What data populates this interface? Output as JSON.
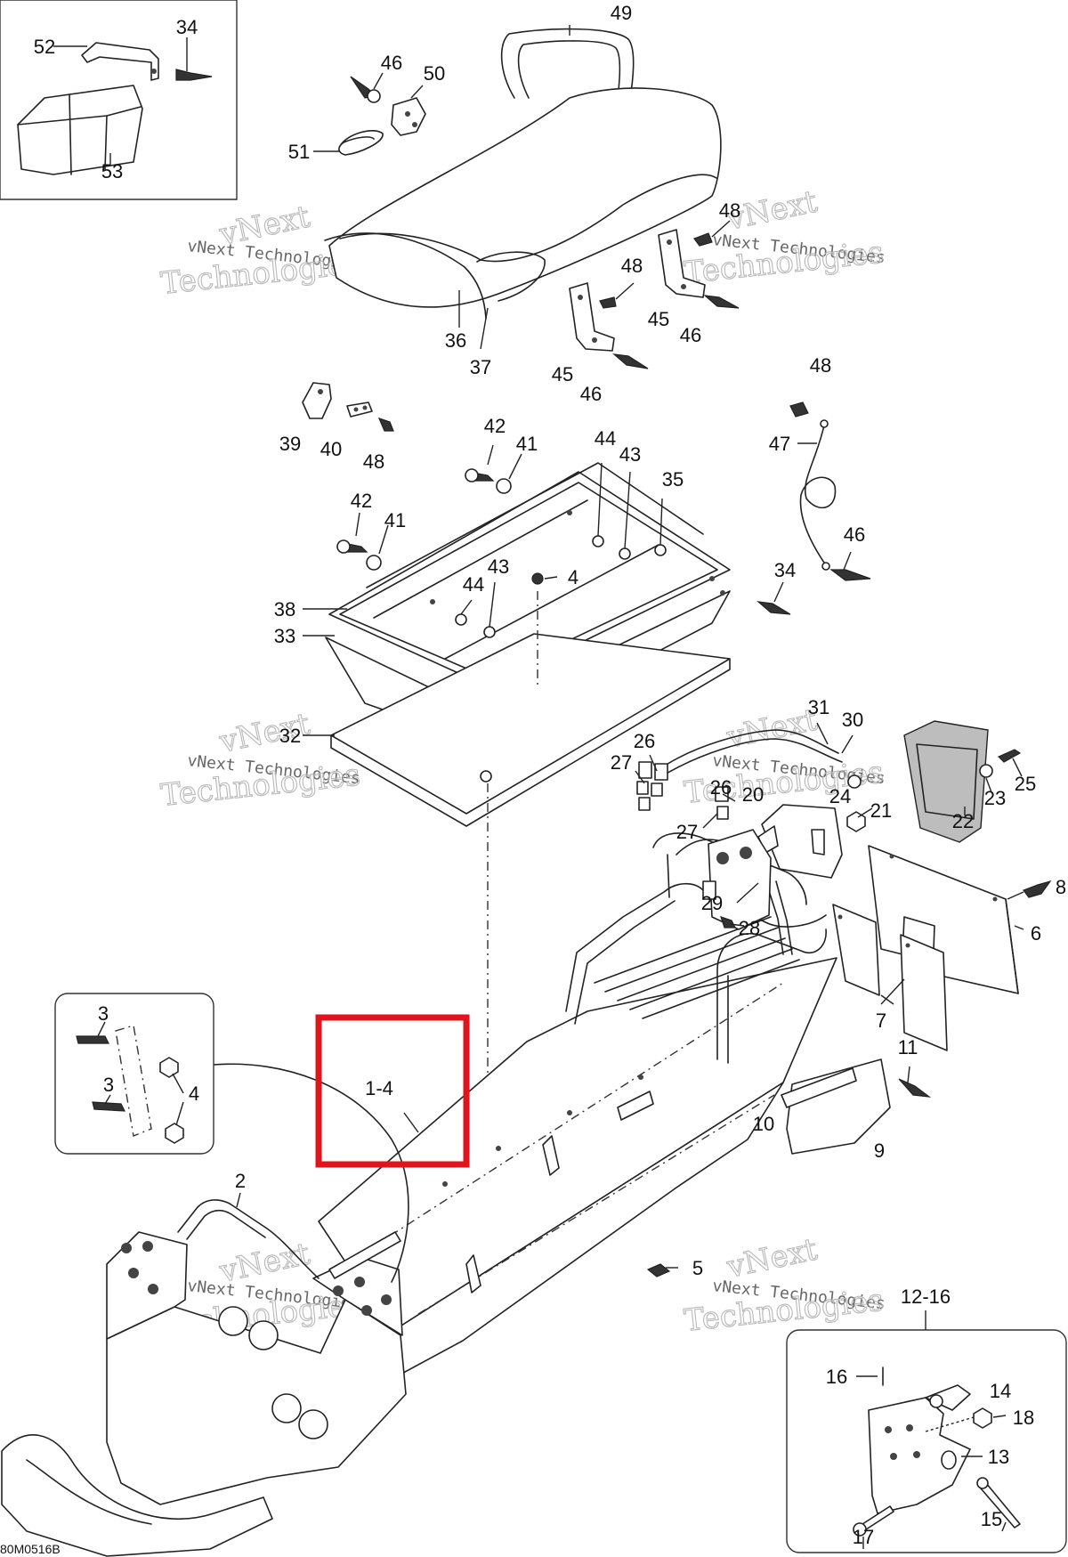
{
  "diagram": {
    "reference_code": "80M0516B",
    "highlight_label": "1-4",
    "watermark": {
      "line1": "vNext",
      "line2": "Technologies",
      "small": "vNext Technologies"
    },
    "callouts": {
      "c53": "53",
      "c52": "52",
      "c34a": "34",
      "c49": "49",
      "c46a": "46",
      "c50": "50",
      "c51": "51",
      "c48a": "48",
      "c48b": "48",
      "c36": "36",
      "c37": "37",
      "c45a": "45",
      "c46b": "46",
      "c45b": "45",
      "c46c": "46",
      "c39": "39",
      "c40": "40",
      "c48c": "48",
      "c42a": "42",
      "c41a": "41",
      "c44a": "44",
      "c43a": "43",
      "c35": "35",
      "c48d": "48",
      "c47": "47",
      "c42b": "42",
      "c41b": "41",
      "c46d": "46",
      "c4a": "4",
      "c44b": "44",
      "c43b": "43",
      "c34b": "34",
      "c38": "38",
      "c33": "33",
      "c32": "32",
      "c31": "31",
      "c30": "30",
      "c26a": "26",
      "c27a": "27",
      "c25": "25",
      "c23": "23",
      "c26b": "26",
      "c20": "20",
      "c24": "24",
      "c21": "21",
      "c22": "22",
      "c27b": "27",
      "c8": "8",
      "c29": "29",
      "c28": "28",
      "c6": "6",
      "c3a": "3",
      "c3b": "3",
      "c4b": "4",
      "c7": "7",
      "c11": "11",
      "c10": "10",
      "c9": "9",
      "c2": "2",
      "c5": "5",
      "c12_16": "12-16",
      "c16": "16",
      "c14": "14",
      "c18": "18",
      "c13": "13",
      "c17": "17",
      "c15": "15"
    }
  }
}
